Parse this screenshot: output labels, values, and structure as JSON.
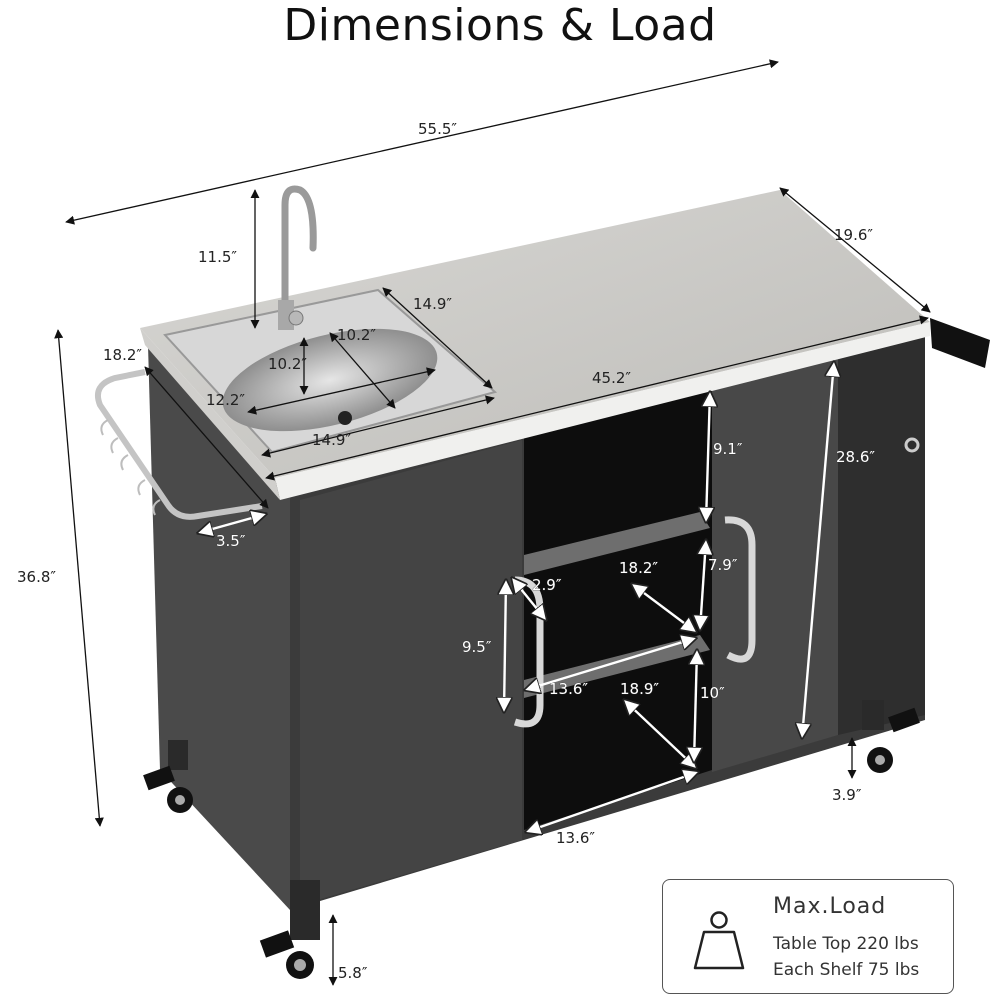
{
  "title": "Dimensions & Load",
  "colors": {
    "cabinet": "#3a3a3a",
    "cabinet_dark": "#1a1a1a",
    "steel": "#c9c8c5",
    "steel_light": "#e4e3e0",
    "chrome": "#bfbfbf",
    "arrow_dark": "#111111",
    "arrow_light": "#ffffff"
  },
  "dimensions": {
    "overall_length": "55.5″",
    "overall_depth": "19.6″",
    "overall_height": "36.8″",
    "faucet_height": "11.5″",
    "sink_depth_outer": "14.9″",
    "sink_width_outer": "14.9″",
    "bowl_width": "10.2″",
    "bowl_depth": "10.2″",
    "bowl_length": "12.2″",
    "side_length": "18.2″",
    "towel_bar": "3.5″",
    "top_front_length": "45.2″",
    "top_to_shelf": "9.1″",
    "cabinet_height": "28.6″",
    "shelf_spacing_upper": "7.9″",
    "shelf_depth_upper": "18.2″",
    "handle_offset": "2.9″",
    "handle_length": "9.5″",
    "shelf_width_middle": "13.6″",
    "shelf_depth_lower": "18.9″",
    "shelf_spacing_lower": "10″",
    "bottom_width": "13.6″",
    "caster_clearance_front": "5.8″",
    "caster_clearance_back": "3.9″"
  },
  "load": {
    "heading": "Max.Load",
    "table_top": "Table Top 220 lbs",
    "each_shelf": "Each Shelf 75 lbs",
    "icon": "weight-icon"
  }
}
